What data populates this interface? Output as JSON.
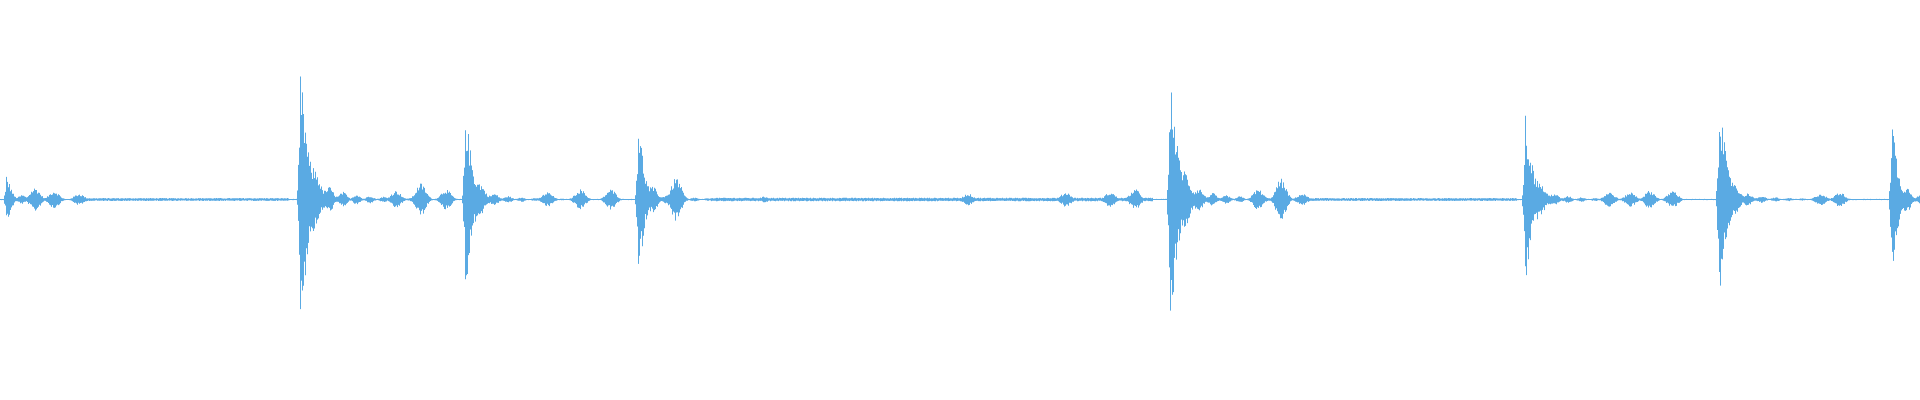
{
  "waveform": {
    "color": "#5aaae3",
    "background": "#ffffff",
    "amplitude_scale": 1.0,
    "bursts": [
      {
        "t": 0.003,
        "peak": 0.13,
        "decay": 0.01,
        "level": 0.07
      },
      {
        "t": 0.156,
        "peak": 0.83,
        "decay": 0.024,
        "level": 0.12
      },
      {
        "t": 0.242,
        "peak": 0.62,
        "decay": 0.02,
        "level": 0.07
      },
      {
        "t": 0.332,
        "peak": 0.55,
        "decay": 0.016,
        "level": 0.09
      },
      {
        "t": 0.609,
        "peak": 0.84,
        "decay": 0.024,
        "level": 0.1
      },
      {
        "t": 0.794,
        "peak": 0.58,
        "decay": 0.022,
        "level": 0.06
      },
      {
        "t": 0.895,
        "peak": 0.75,
        "decay": 0.02,
        "level": 0.07
      },
      {
        "t": 0.985,
        "peak": 0.56,
        "decay": 0.015,
        "level": 0.1
      }
    ],
    "blips": [
      {
        "t": 0.018,
        "amp": 0.08
      },
      {
        "t": 0.028,
        "amp": 0.06
      },
      {
        "t": 0.041,
        "amp": 0.04
      },
      {
        "t": 0.206,
        "amp": 0.06
      },
      {
        "t": 0.219,
        "amp": 0.11
      },
      {
        "t": 0.232,
        "amp": 0.07
      },
      {
        "t": 0.285,
        "amp": 0.05
      },
      {
        "t": 0.302,
        "amp": 0.07
      },
      {
        "t": 0.318,
        "amp": 0.07
      },
      {
        "t": 0.352,
        "amp": 0.15
      },
      {
        "t": 0.398,
        "amp": 0.02
      },
      {
        "t": 0.504,
        "amp": 0.04
      },
      {
        "t": 0.555,
        "amp": 0.05
      },
      {
        "t": 0.578,
        "amp": 0.05
      },
      {
        "t": 0.591,
        "amp": 0.07
      },
      {
        "t": 0.655,
        "amp": 0.07
      },
      {
        "t": 0.667,
        "amp": 0.14
      },
      {
        "t": 0.678,
        "amp": 0.04
      },
      {
        "t": 0.838,
        "amp": 0.05
      },
      {
        "t": 0.849,
        "amp": 0.05
      },
      {
        "t": 0.859,
        "amp": 0.06
      },
      {
        "t": 0.871,
        "amp": 0.06
      },
      {
        "t": 0.948,
        "amp": 0.04
      },
      {
        "t": 0.958,
        "amp": 0.05
      }
    ],
    "ripples": [
      {
        "from": 0.04,
        "to": 0.15,
        "amp": 0.01
      },
      {
        "from": 0.37,
        "to": 0.6,
        "amp": 0.012
      },
      {
        "from": 0.68,
        "to": 0.79,
        "amp": 0.01
      }
    ]
  }
}
